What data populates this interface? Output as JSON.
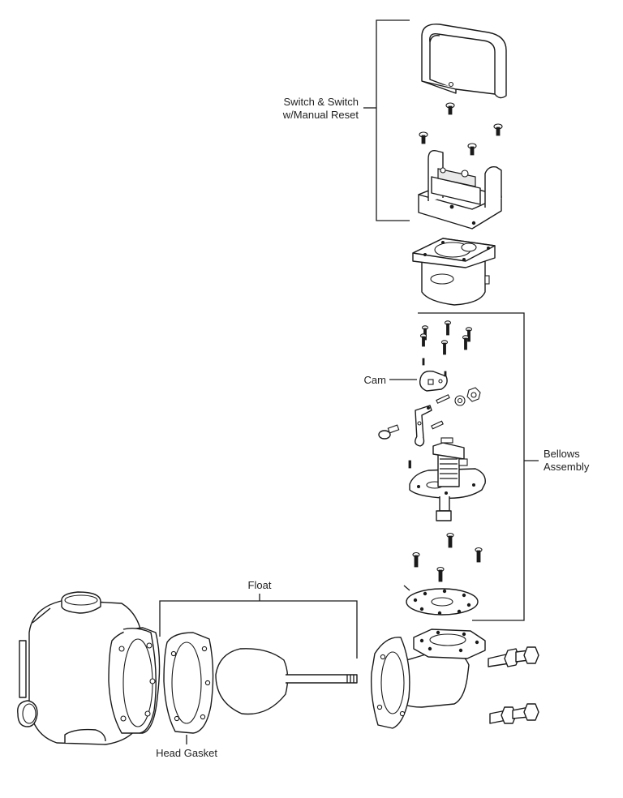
{
  "labels": {
    "switch_line1": "Switch & Switch",
    "switch_line2": "w/Manual Reset",
    "cam": "Cam",
    "bellows_line1": "Bellows",
    "bellows_line2": "Assembly",
    "float": "Float",
    "head_gasket": "Head Gasket"
  }
}
